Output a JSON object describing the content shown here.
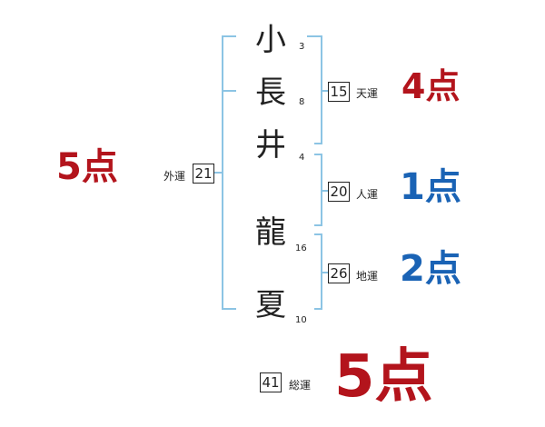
{
  "name_chars": [
    {
      "char": "小",
      "strokes": "3"
    },
    {
      "char": "長",
      "strokes": "8"
    },
    {
      "char": "井",
      "strokes": "4"
    },
    {
      "char": "龍",
      "strokes": "16"
    },
    {
      "char": "夏",
      "strokes": "10"
    }
  ],
  "fortunes": {
    "tenkaku": {
      "value": "15",
      "label": "天運",
      "score": "4点"
    },
    "jinkaku": {
      "value": "20",
      "label": "人運",
      "score": "1点"
    },
    "chikaku": {
      "value": "26",
      "label": "地運",
      "score": "2点"
    },
    "gaikaku": {
      "value": "21",
      "label": "外運",
      "score": "5点"
    },
    "soukaku": {
      "value": "41",
      "label": "総運",
      "score": "5点"
    }
  },
  "colors": {
    "bracket": "#8cc4e4",
    "score_red": "#b3141c",
    "score_blue": "#1a63b5",
    "text": "#222222"
  }
}
